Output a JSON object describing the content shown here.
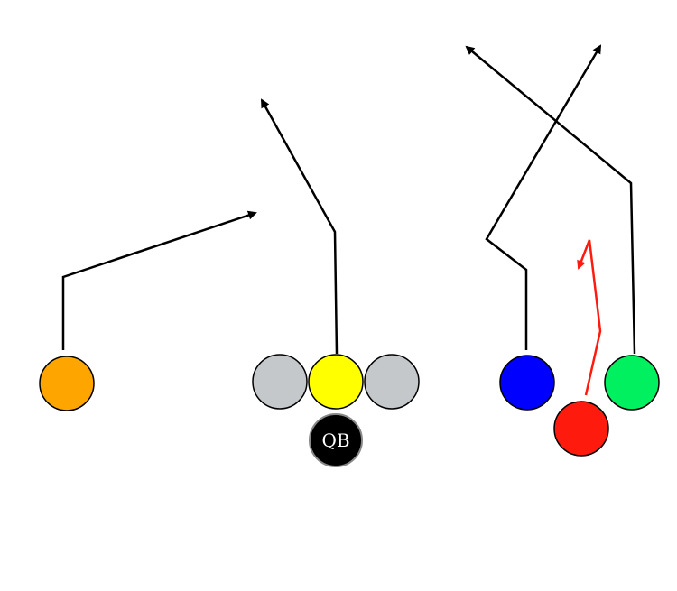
{
  "play": {
    "players": [
      {
        "role": "left-receiver",
        "color": "#FFA500"
      },
      {
        "role": "left-guard",
        "color": "#C4C8CA"
      },
      {
        "role": "center",
        "color": "#FFFF00"
      },
      {
        "role": "right-guard",
        "color": "#C4C8CA"
      },
      {
        "role": "quarterback",
        "color": "#000000",
        "label": "QB"
      },
      {
        "role": "slot-receiver",
        "color": "#0000FF"
      },
      {
        "role": "running-back",
        "color": "#FF1A0E"
      },
      {
        "role": "right-receiver",
        "color": "#00F060"
      }
    ],
    "routes": [
      {
        "from": "left-receiver",
        "color": "#000000"
      },
      {
        "from": "center",
        "color": "#000000"
      },
      {
        "from": "slot-receiver",
        "color": "#000000"
      },
      {
        "from": "right-receiver",
        "color": "#000000"
      },
      {
        "from": "running-back",
        "color": "#FF1A0E"
      }
    ]
  }
}
